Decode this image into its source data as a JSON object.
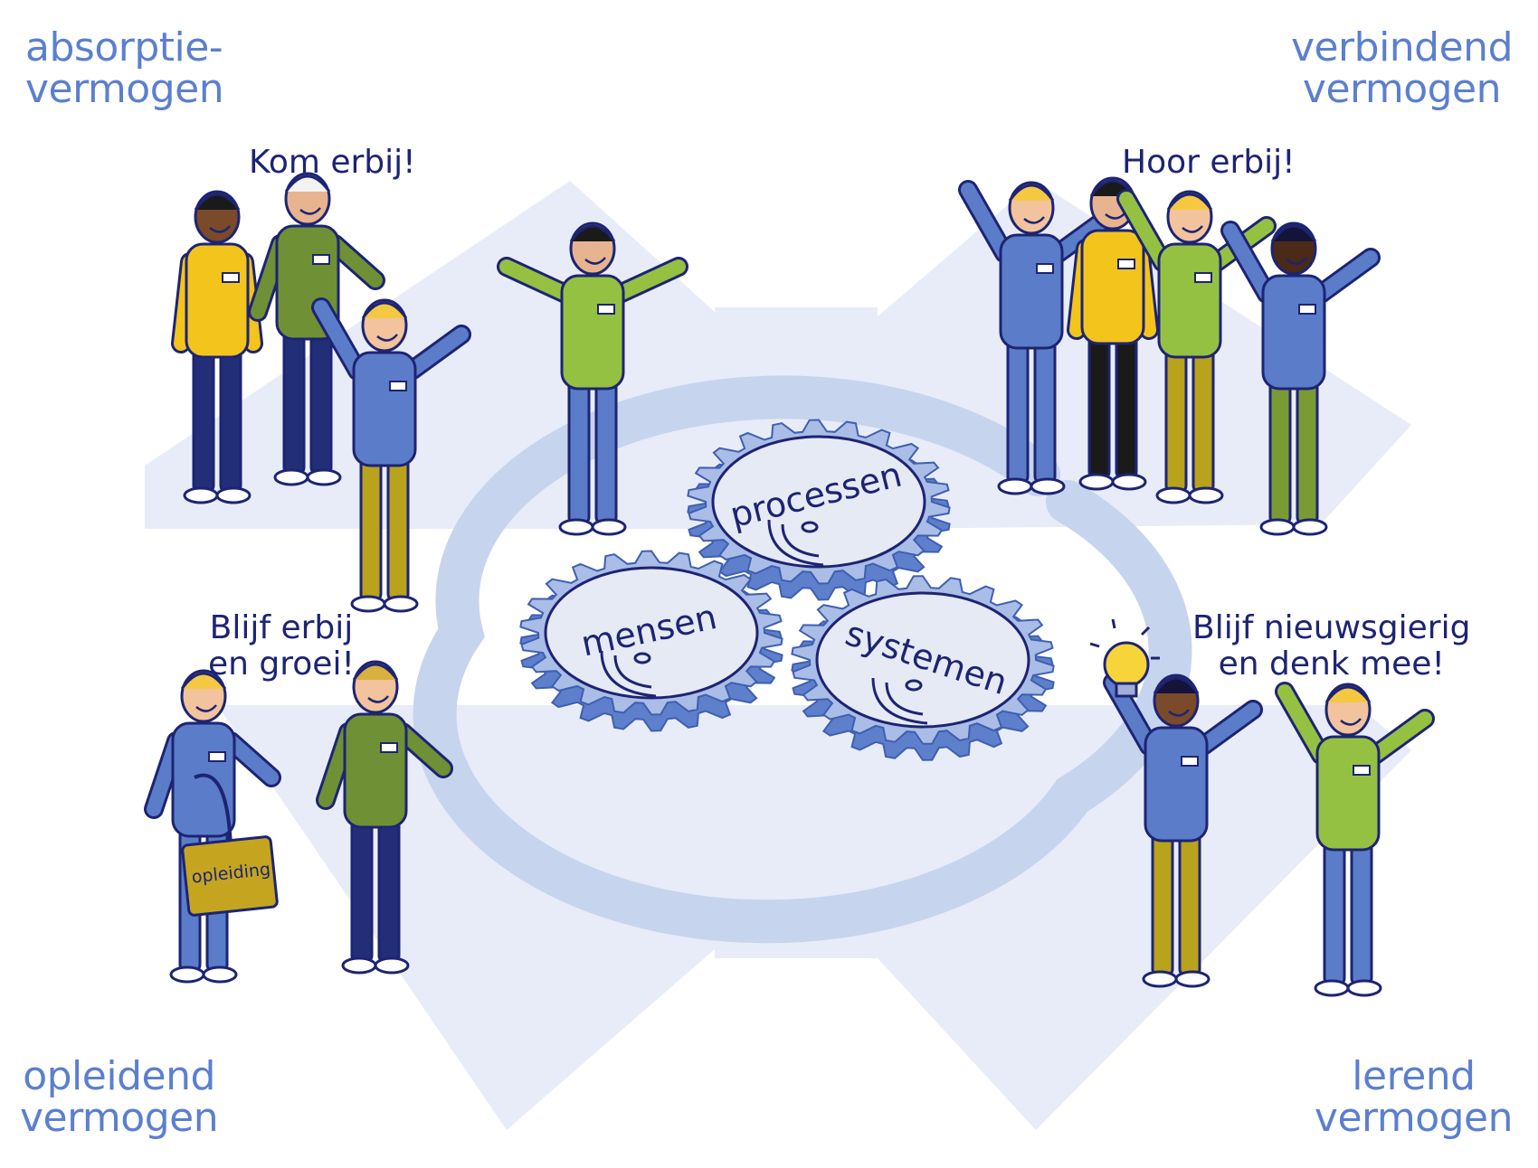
{
  "corners": {
    "top_left": [
      "absorptie-",
      "vermogen"
    ],
    "top_right": [
      "verbindend",
      "vermogen"
    ],
    "bottom_left": [
      "opleidend",
      "vermogen"
    ],
    "bottom_right": [
      "lerend",
      "vermogen"
    ]
  },
  "slogans": {
    "top_left": [
      "Kom erbij!"
    ],
    "top_right": [
      "Hoor erbij!"
    ],
    "bottom_left": [
      "Blijf erbij",
      "en groei!"
    ],
    "bottom_right": [
      "Blijf nieuwsgierig",
      "en denk mee!"
    ]
  },
  "gears": {
    "top": "processen",
    "left": "mensen",
    "right": "systemen"
  },
  "bag_label": "opleiding",
  "colors": {
    "label_blue": "#5b7fd0",
    "slogan_navy": "#1d2473",
    "background_shape": "#e8ecf8",
    "ring": "#c7d4ee",
    "gear_face": "#e6eaf4",
    "gear_side": "#5d7fcc",
    "shirt_blue": "#5b7cc9",
    "shirt_green": "#94c142",
    "shirt_olive": "#6f9034",
    "shirt_yellow": "#f3c41c",
    "trousers_mustard": "#b9a21c",
    "trousers_navy": "#222f78"
  }
}
